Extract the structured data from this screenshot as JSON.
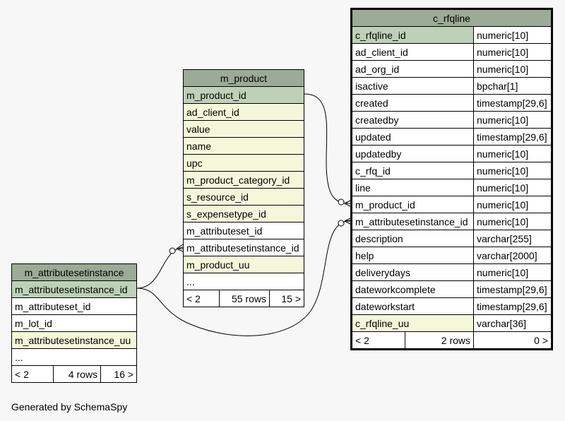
{
  "footer_text": "Generated by SchemaSpy",
  "m_product": {
    "title": "m_product",
    "rows": [
      {
        "name": "m_product_id",
        "kind": "pk"
      },
      {
        "name": "ad_client_id",
        "kind": "fk"
      },
      {
        "name": "value",
        "kind": "fk"
      },
      {
        "name": "name",
        "kind": "fk"
      },
      {
        "name": "upc",
        "kind": "fk"
      },
      {
        "name": "m_product_category_id",
        "kind": "fk"
      },
      {
        "name": "s_resource_id",
        "kind": "fk"
      },
      {
        "name": "s_expensetype_id",
        "kind": "fk"
      },
      {
        "name": "m_attributeset_id",
        "kind": "plain"
      },
      {
        "name": "m_attributesetinstance_id",
        "kind": "plain"
      },
      {
        "name": "m_product_uu",
        "kind": "fk"
      },
      {
        "name": "...",
        "kind": "plain"
      }
    ],
    "footer": {
      "parents": "< 2",
      "rows": "55 rows",
      "children": "15 >"
    }
  },
  "m_attributesetinstance": {
    "title": "m_attributesetinstance",
    "rows": [
      {
        "name": "m_attributesetinstance_id",
        "kind": "pk"
      },
      {
        "name": "m_attributeset_id",
        "kind": "plain"
      },
      {
        "name": "m_lot_id",
        "kind": "plain"
      },
      {
        "name": "m_attributesetinstance_uu",
        "kind": "fk"
      },
      {
        "name": "...",
        "kind": "plain"
      }
    ],
    "footer": {
      "parents": "< 2",
      "rows": "4 rows",
      "children": "16 >"
    }
  },
  "c_rfqline": {
    "title": "c_rfqline",
    "rows": [
      {
        "name": "c_rfqline_id",
        "type": "numeric[10]",
        "kind": "pk"
      },
      {
        "name": "ad_client_id",
        "type": "numeric[10]",
        "kind": "plain"
      },
      {
        "name": "ad_org_id",
        "type": "numeric[10]",
        "kind": "plain"
      },
      {
        "name": "isactive",
        "type": "bpchar[1]",
        "kind": "plain"
      },
      {
        "name": "created",
        "type": "timestamp[29,6]",
        "kind": "plain"
      },
      {
        "name": "createdby",
        "type": "numeric[10]",
        "kind": "plain"
      },
      {
        "name": "updated",
        "type": "timestamp[29,6]",
        "kind": "plain"
      },
      {
        "name": "updatedby",
        "type": "numeric[10]",
        "kind": "plain"
      },
      {
        "name": "c_rfq_id",
        "type": "numeric[10]",
        "kind": "plain"
      },
      {
        "name": "line",
        "type": "numeric[10]",
        "kind": "plain"
      },
      {
        "name": "m_product_id",
        "type": "numeric[10]",
        "kind": "plain"
      },
      {
        "name": "m_attributesetinstance_id",
        "type": "numeric[10]",
        "kind": "plain"
      },
      {
        "name": "description",
        "type": "varchar[255]",
        "kind": "plain"
      },
      {
        "name": "help",
        "type": "varchar[2000]",
        "kind": "plain"
      },
      {
        "name": "deliverydays",
        "type": "numeric[10]",
        "kind": "plain"
      },
      {
        "name": "dateworkcomplete",
        "type": "timestamp[29,6]",
        "kind": "plain"
      },
      {
        "name": "dateworkstart",
        "type": "timestamp[29,6]",
        "kind": "plain"
      },
      {
        "name": "c_rfqline_uu",
        "type": "varchar[36]",
        "kind": "fk"
      }
    ],
    "footer": {
      "parents": "< 2",
      "rows": "2 rows",
      "children": "0 >"
    }
  }
}
